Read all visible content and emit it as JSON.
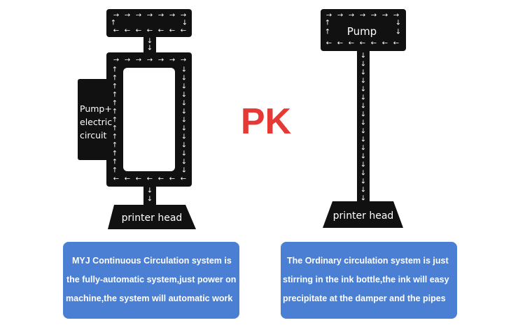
{
  "left_system": {
    "side_label": [
      "Pump+",
      "electric",
      "circuit"
    ],
    "head_label": "printer head",
    "caption": [
      "MYJ Continuous Circulation system is",
      "the fully-automatic system,just power on",
      "machine,the system will automatic work"
    ]
  },
  "vs_label": "PK",
  "right_system": {
    "pump_label": "Pump",
    "head_label": "printer head",
    "caption": [
      "The Ordinary circulation system is just",
      "stirring in the ink bottle,the ink will easy",
      "precipitate at the damper and the pipes"
    ]
  },
  "colors": {
    "diagram": "#111111",
    "arrows": "#ffffff",
    "vs": "#e53935",
    "caption_bg": "#4a7fd4"
  }
}
